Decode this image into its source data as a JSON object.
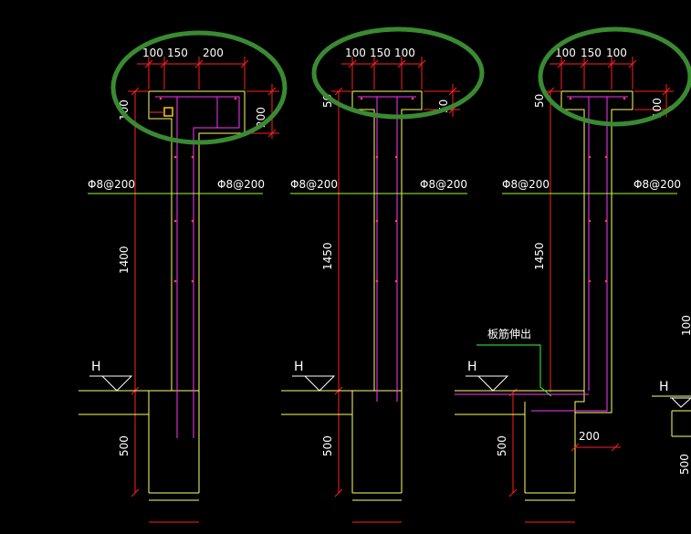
{
  "colors": {
    "background": "#000000",
    "concrete_outline": "#ffff66",
    "rebar": "#ff33ff",
    "dimension": "#ff2020",
    "section_line": "#99ff33",
    "highlight_ellipse": "#3a8a32",
    "leader": "#33ff33",
    "snap_marker": "#ffcc00"
  },
  "details": [
    {
      "top_dims": [
        "100",
        "150",
        "200"
      ],
      "side_top_left": "100",
      "side_top_right": "200",
      "rebar_left": "Φ8@200",
      "rebar_right": "Φ8@200",
      "wall_height": "1400",
      "base_height": "500",
      "level_mark": "H"
    },
    {
      "top_dims": [
        "100",
        "150",
        "100"
      ],
      "side_top_left": "50",
      "side_top_right": "50",
      "rebar_left": "Φ8@200",
      "rebar_right": "Φ8@200",
      "wall_height": "1450",
      "base_height": "500",
      "level_mark": "H"
    },
    {
      "top_dims": [
        "100",
        "150",
        "100"
      ],
      "side_top_left": "50",
      "side_top_right": "100",
      "rebar_left": "Φ8@200",
      "rebar_right": "Φ8@200",
      "wall_height": "1450",
      "base_height": "500",
      "level_mark": "H",
      "note": "板筋伸出",
      "bottom_dim": "200"
    }
  ],
  "partial_detail": {
    "level_mark": "H",
    "base_height": "500",
    "top_text": "100"
  }
}
